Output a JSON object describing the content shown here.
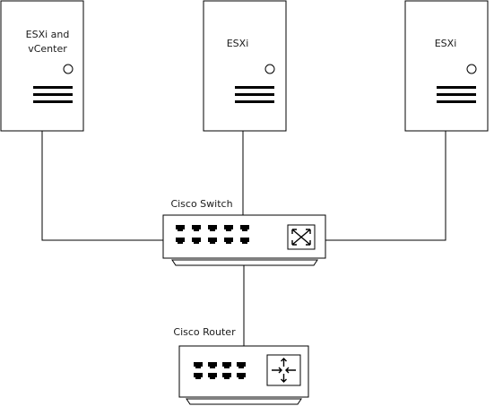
{
  "nodes": {
    "server_1": {
      "label_line1": "ESXi and",
      "label_line2": "vCenter",
      "icon": "server-icon"
    },
    "server_2": {
      "label": "ESXi",
      "icon": "server-icon"
    },
    "server_3": {
      "label": "ESXi",
      "icon": "server-icon"
    },
    "switch": {
      "label": "Cisco Switch",
      "icon": "network-switch-icon"
    },
    "router": {
      "label": "Cisco Router",
      "icon": "router-icon"
    }
  },
  "edges": [
    {
      "from": "server_1",
      "to": "switch"
    },
    {
      "from": "server_2",
      "to": "switch"
    },
    {
      "from": "server_3",
      "to": "switch"
    },
    {
      "from": "switch",
      "to": "router"
    }
  ],
  "colors": {
    "stroke": "#000000",
    "background": "#ffffff",
    "text": "#1a1a1a"
  }
}
